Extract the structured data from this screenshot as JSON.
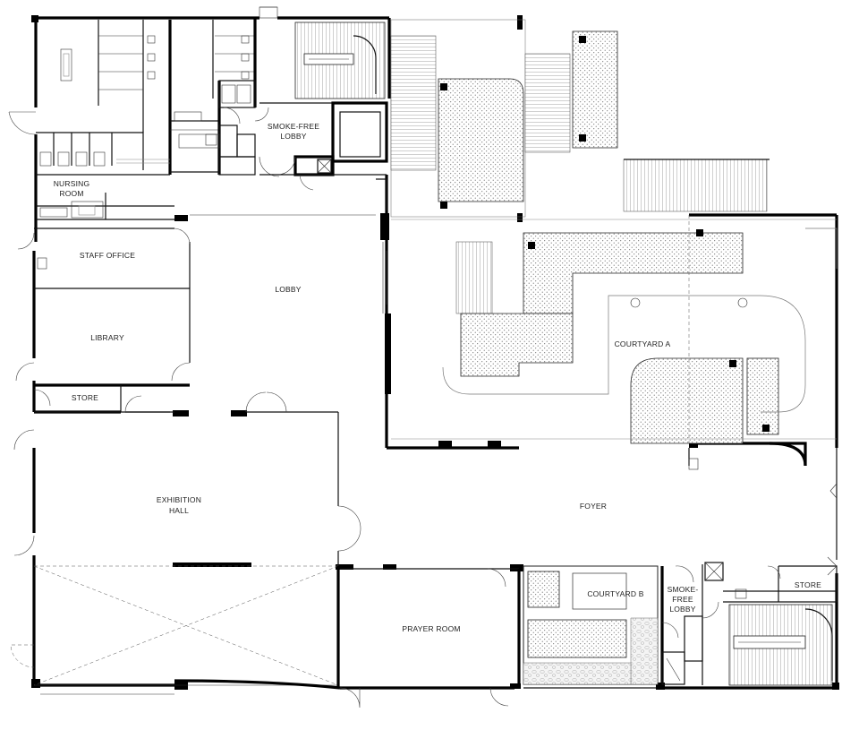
{
  "floor_plan": {
    "rooms": {
      "nursing_room_line1": "NURSING",
      "nursing_room_line2": "ROOM",
      "smoke_free_lobby_top_line1": "SMOKE-FREE",
      "smoke_free_lobby_top_line2": "LOBBY",
      "staff_office": "STAFF OFFICE",
      "lobby": "LOBBY",
      "library": "LIBRARY",
      "store_left": "STORE",
      "courtyard_a": "COURTYARD A",
      "exhibition_hall_line1": "EXHIBITION",
      "exhibition_hall_line2": "HALL",
      "foyer": "FOYER",
      "prayer_room": "PRAYER ROOM",
      "courtyard_b": "COURTYARD B",
      "smoke_free_lobby_bottom_line1": "SMOKE-",
      "smoke_free_lobby_bottom_line2": "FREE",
      "smoke_free_lobby_bottom_line3": "LOBBY",
      "store_right": "STORE"
    }
  }
}
